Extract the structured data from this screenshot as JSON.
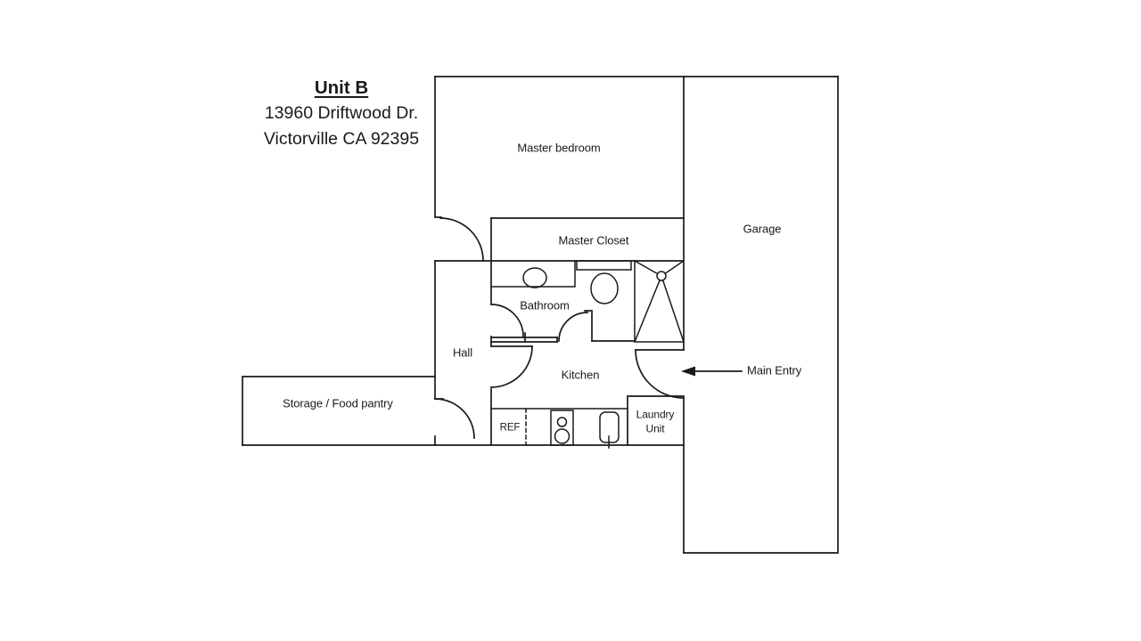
{
  "title": {
    "unit": "Unit B",
    "address_line1": "13960 Driftwood Dr.",
    "address_line2": "Victorville CA 92395"
  },
  "rooms": {
    "master_bedroom": "Master bedroom",
    "master_closet": "Master Closet",
    "bathroom": "Bathroom",
    "hall": "Hall",
    "kitchen": "Kitchen",
    "storage": "Storage / Food pantry",
    "garage": "Garage"
  },
  "fixtures": {
    "refrigerator": "REF",
    "laundry_line1": "Laundry",
    "laundry_line2": "Unit"
  },
  "annotations": {
    "main_entry": "Main Entry"
  },
  "colors": {
    "line": "#1a1a1a",
    "background": "#ffffff"
  }
}
